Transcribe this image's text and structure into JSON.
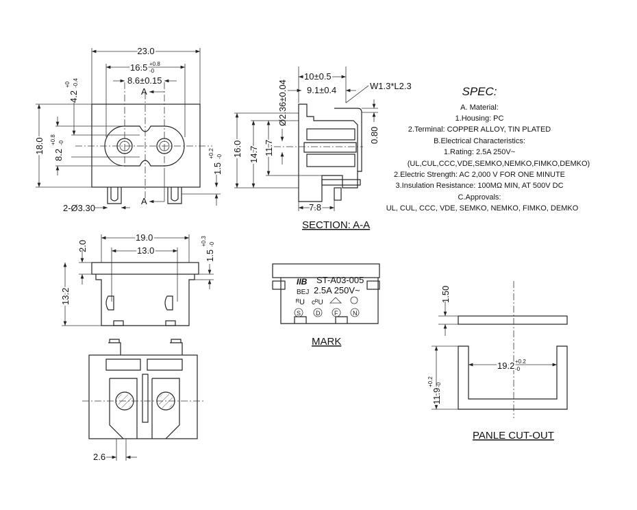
{
  "front_view": {
    "width": "23.0",
    "pin_span": "16.5",
    "pin_span_tol_plus": "+0.8",
    "pin_span_tol_minus": "-0",
    "hole_pitch": "8.6±0.15",
    "section_mark_top": "A",
    "section_mark_bottom": "A",
    "height": "18.0",
    "dim_4_2": "4.2",
    "dim_4_2_tol_plus": "+0",
    "dim_4_2_tol_minus": "-0.4",
    "dim_8_2": "8.2",
    "dim_8_2_tol_plus": "+0.8",
    "dim_8_2_tol_minus": "-0",
    "dim_1_5": "1.5",
    "dim_1_5_tol_plus": "+0.2",
    "dim_1_5_tol_minus": "-0",
    "hole_dia": "2-Ø3.30"
  },
  "section_view": {
    "depth": "10±0.5",
    "inner_depth": "9.1±0.4",
    "pin_dia": "Ø2.36±0.04",
    "weld": "W1.3*L2.3",
    "dim_16": "16.0",
    "dim_14_7": "14.7",
    "dim_11_7": "11.7",
    "dim_0_80": "0.80",
    "dim_7_8": "7.8",
    "title": "SECTION: A-A"
  },
  "spec": {
    "title": "SPEC:",
    "lines": [
      "A. Material:",
      "1.Housing: PC",
      "2.Terminal: COPPER ALLOY, TIN PLATED",
      "B.Electrical Characteristics:",
      "1.Rating:  2.5A 250V~",
      "(UL,CUL,CCC,VDE,SEMKO,NEMKO,FIMKO,DEMKO)",
      "2.Electric Strength: AC 2,000 V FOR ONE MINUTE",
      "3.Insulation Resistance: 100MΩ MIN, AT 500V DC",
      "C.Approvals:",
      "UL, CUL, CCC, VDE, SEMKO, NEMKO, FIMKO, DEMKO"
    ]
  },
  "top_view": {
    "width": "19.0",
    "inner": "13.0",
    "dim_2_0": "2.0",
    "height": "13.2",
    "dim_1_5": "1.5",
    "dim_1_5_tol_plus": "+0.3",
    "dim_1_5_tol_minus": "-0"
  },
  "bottom_view": {
    "pitch": "2.6"
  },
  "mark_view": {
    "model": "ST-A03-005",
    "brand": "BEJ",
    "rating": "2.5A  250V~",
    "title": "MARK"
  },
  "cutout": {
    "thickness": "1.50",
    "width": "19.2",
    "width_tol_plus": "+0.2",
    "width_tol_minus": "-0",
    "height": "11.9",
    "height_tol_plus": "+0.2",
    "height_tol_minus": "-0",
    "title": "PANLE CUT-OUT"
  }
}
